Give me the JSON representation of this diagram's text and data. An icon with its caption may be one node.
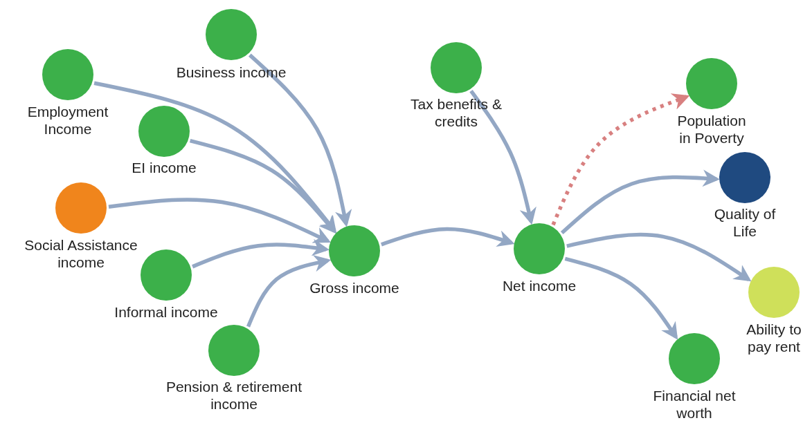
{
  "diagram": {
    "nodes": [
      {
        "text": [
          "Business income"
        ]
      },
      {
        "text": [
          "Employment Income"
        ]
      },
      {
        "text": [
          "EI income"
        ]
      },
      {
        "text": [
          "Social Assistance income"
        ]
      },
      {
        "text": [
          "Informal income"
        ]
      },
      {
        "text": [
          "Pension & retirement income"
        ]
      },
      {
        "text": [
          "Gross income"
        ]
      },
      {
        "text": [
          "Tax benefits & credits"
        ]
      },
      {
        "text": [
          "Net income"
        ]
      },
      {
        "text": [
          "Population in Poverty"
        ]
      },
      {
        "text": [
          "Quality of Life"
        ]
      },
      {
        "text": [
          "Ability to pay rent"
        ]
      },
      {
        "text": [
          "Financial net worth"
        ]
      }
    ],
    "edges": [
      {
        "from": 0,
        "to": 6,
        "arrow": "to"
      },
      {
        "from": 1,
        "to": 6,
        "arrow": "to"
      },
      {
        "from": 2,
        "to": 6,
        "arrow": "to"
      },
      {
        "from": 3,
        "to": 6,
        "arrow": "to"
      },
      {
        "from": 4,
        "to": 6,
        "arrow": "to"
      },
      {
        "from": 5,
        "to": 6,
        "arrow": "to"
      },
      {
        "from": 6,
        "to": 8,
        "arrow": "to"
      },
      {
        "from": 7,
        "to": 8,
        "arrow": "to"
      },
      {
        "from": 8,
        "to": 9,
        "arrow": "to",
        "style": "dashed",
        "color": "#d88080"
      },
      {
        "from": 8,
        "to": 10,
        "arrow": "to"
      },
      {
        "from": 8,
        "to": 11,
        "arrow": "to"
      },
      {
        "from": 8,
        "to": 12,
        "arrow": "to"
      }
    ]
  }
}
